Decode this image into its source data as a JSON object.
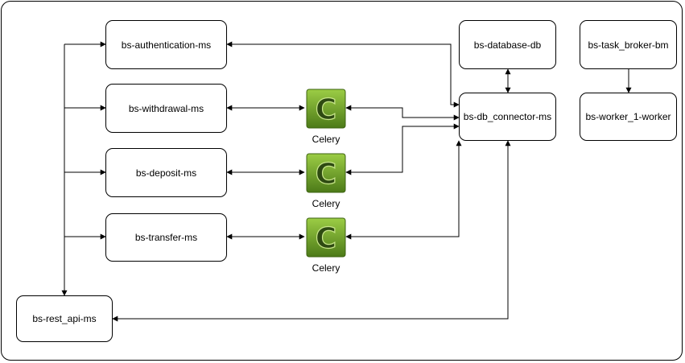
{
  "nodes": {
    "auth": "bs-authentication-ms",
    "withdrawal": "bs-withdrawal-ms",
    "deposit": "bs-deposit-ms",
    "transfer": "bs-transfer-ms",
    "rest_api": "bs-rest_api-ms",
    "database": "bs-database-db",
    "db_connector": "bs-db_connector-ms",
    "task_broker": "bs-task_broker-bm",
    "worker": "bs-worker_1-worker"
  },
  "celery": {
    "label": "Celery",
    "icon_glyph": "C",
    "icon": "celery-logo-icon"
  },
  "colors": {
    "celery_green_light": "#8fc23a",
    "celery_green_dark": "#4c7a18",
    "celery_glyph": "#2e4a12"
  }
}
